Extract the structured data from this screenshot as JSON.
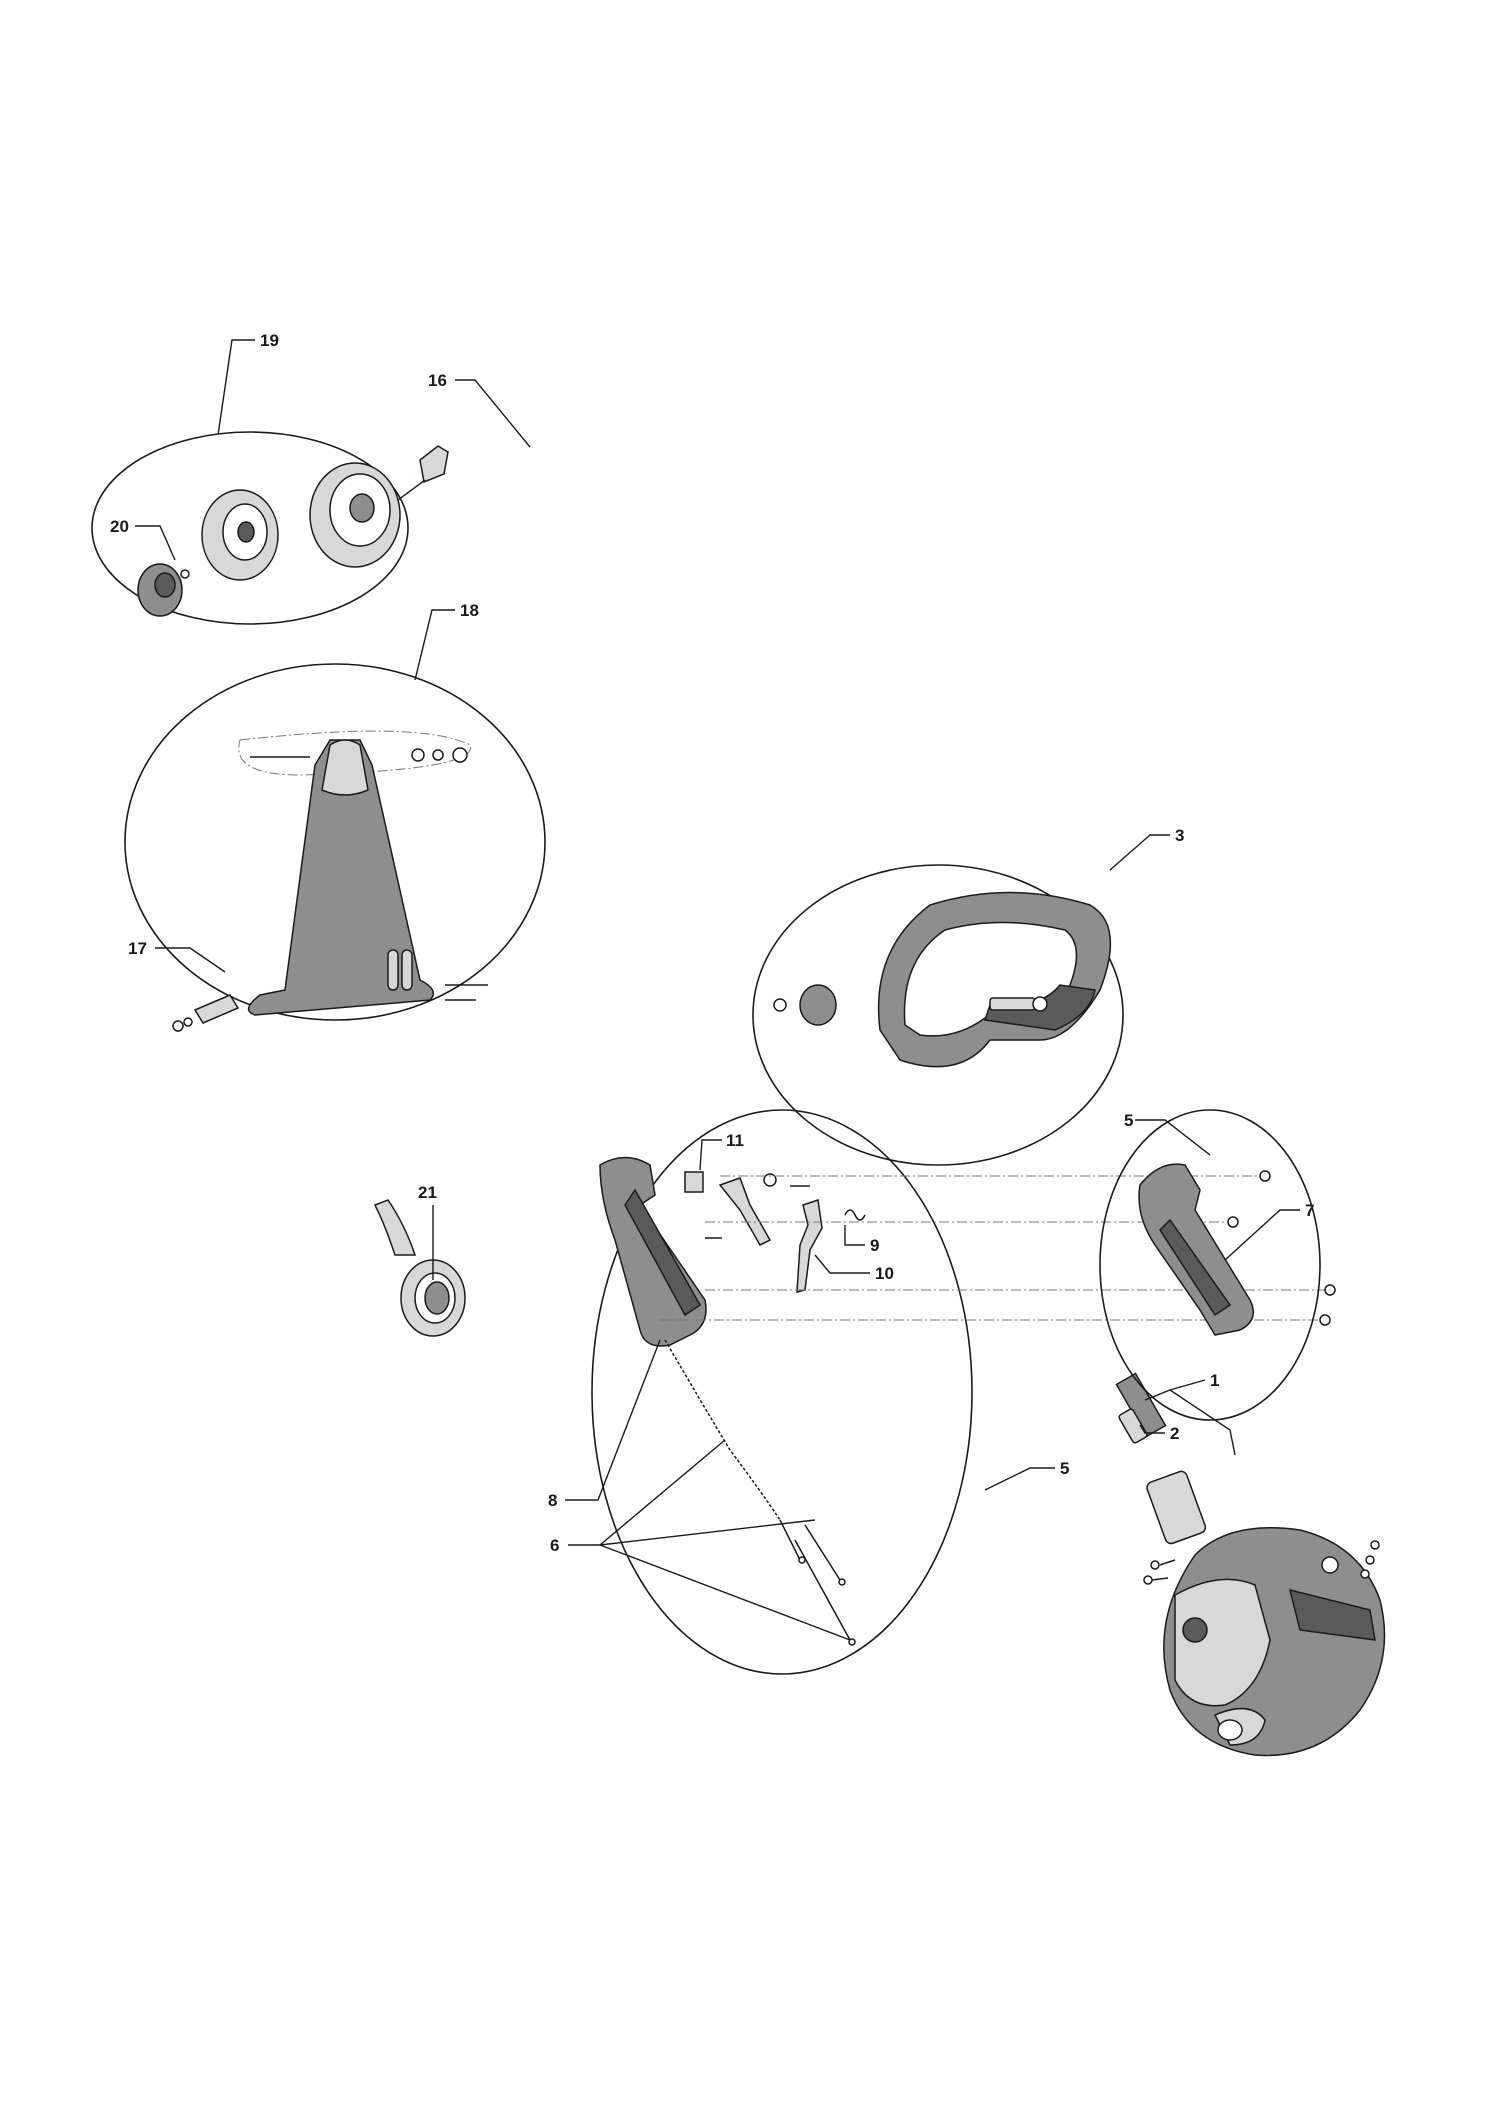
{
  "callouts": {
    "c1": "1",
    "c2": "2",
    "c3": "3",
    "c5a": "5",
    "c5b": "5",
    "c6": "6",
    "c7": "7",
    "c8": "8",
    "c9": "9",
    "c10": "10",
    "c11": "11",
    "c16": "16",
    "c17": "17",
    "c18": "18",
    "c19": "19",
    "c20": "20",
    "c21": "21"
  },
  "colors": {
    "line": "#1a1a1a",
    "part_fill": "#8e8e8e",
    "part_dark": "#5a5a5a",
    "part_light": "#d8d8d8"
  }
}
